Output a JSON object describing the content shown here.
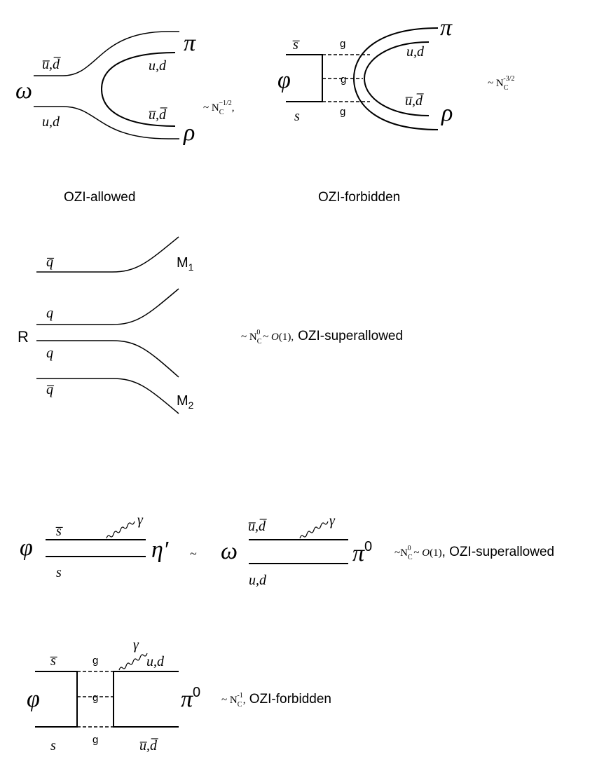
{
  "diagram_a": {
    "initial": "ω",
    "top_quark": "u̅,d̅",
    "bottom_quark": "u,d",
    "inner_top": "u,d",
    "inner_bottom": "u̅,d̅",
    "final_top": "π",
    "final_bottom": "ρ",
    "scaling": "~ N",
    "scaling_sub": "C",
    "scaling_sup": "−1/2",
    "scaling_tail": ",",
    "caption": "OZI-allowed"
  },
  "diagram_b": {
    "initial": "φ",
    "top_quark": "s̅",
    "bottom_quark": "s",
    "gluon_top": "g",
    "gluon_mid": "g",
    "gluon_bottom": "g",
    "inner_top": "u,d",
    "inner_bottom": "u̅,d̅",
    "final_top": "π",
    "final_bottom": "ρ",
    "scaling": "~ N",
    "scaling_sub": "C",
    "scaling_sup": "-3/2",
    "caption": "OZI-forbidden"
  },
  "diagram_c": {
    "initial": "R",
    "lines": [
      "q̅",
      "q",
      "q",
      "q̅"
    ],
    "final_top": "M",
    "final_top_sub": "1",
    "final_bottom": "M",
    "final_bottom_sub": "2",
    "scaling": "~ N",
    "scaling_sub": "C",
    "scaling_sup": "0",
    "scaling_mid": " ~ ",
    "scaling_order": "O",
    "scaling_order_arg": "(1),",
    "scaling_label": "OZI-superallowed"
  },
  "diagram_d": {
    "left_initial": "φ",
    "left_top": "s̅",
    "left_bottom": "s",
    "left_photon": "γ",
    "left_final": "η′",
    "tilde": "~",
    "right_initial": "ω",
    "right_top": "u̅,d̅",
    "right_bottom": "u,d",
    "right_photon": "γ",
    "right_final": "π",
    "right_final_sup": "0",
    "scaling": "~N",
    "scaling_sub": "C",
    "scaling_sup": "0",
    "scaling_mid": " ~ ",
    "scaling_order": "O",
    "scaling_order_arg": "(1)",
    "scaling_label": ", OZI-superallowed"
  },
  "diagram_e": {
    "initial": "φ",
    "top_quark": "s̅",
    "bottom_quark": "s",
    "gluon_top": "g",
    "gluon_mid": "g",
    "gluon_bottom": "g",
    "photon": "γ",
    "right_top": "u,d",
    "right_bottom": "u̅,d̅",
    "final": "π",
    "final_sup": "0",
    "scaling": "~ N",
    "scaling_sub": "C",
    "scaling_sup": "-1",
    "scaling_tail": ",",
    "scaling_label": " OZI-forbidden"
  }
}
